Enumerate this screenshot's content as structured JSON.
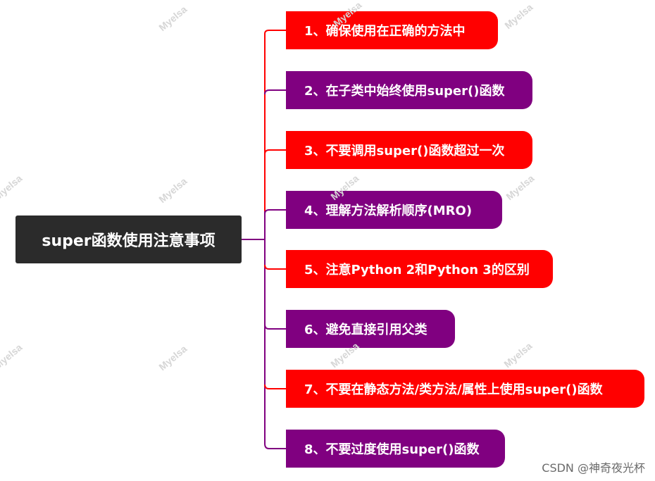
{
  "mindmap": {
    "root": {
      "label": "super函数使用注意事项"
    },
    "topics": [
      {
        "label": "1、确保使用在正确的方法中",
        "color": "#ff0000"
      },
      {
        "label": "2、在子类中始终使用super()函数",
        "color": "#800080"
      },
      {
        "label": "3、不要调用super()函数超过一次",
        "color": "#ff0000"
      },
      {
        "label": "4、理解方法解析顺序(MRO)",
        "color": "#800080"
      },
      {
        "label": "5、注意Python 2和Python 3的区别",
        "color": "#ff0000"
      },
      {
        "label": "6、避免直接引用父类",
        "color": "#800080"
      },
      {
        "label": "7、不要在静态方法/类方法/属性上使用super()函数",
        "color": "#ff0000"
      },
      {
        "label": "8、不要过度使用super()函数",
        "color": "#800080"
      }
    ]
  },
  "watermark": {
    "text": "Myelsa"
  },
  "credit": "CSDN @神奇夜光杯"
}
